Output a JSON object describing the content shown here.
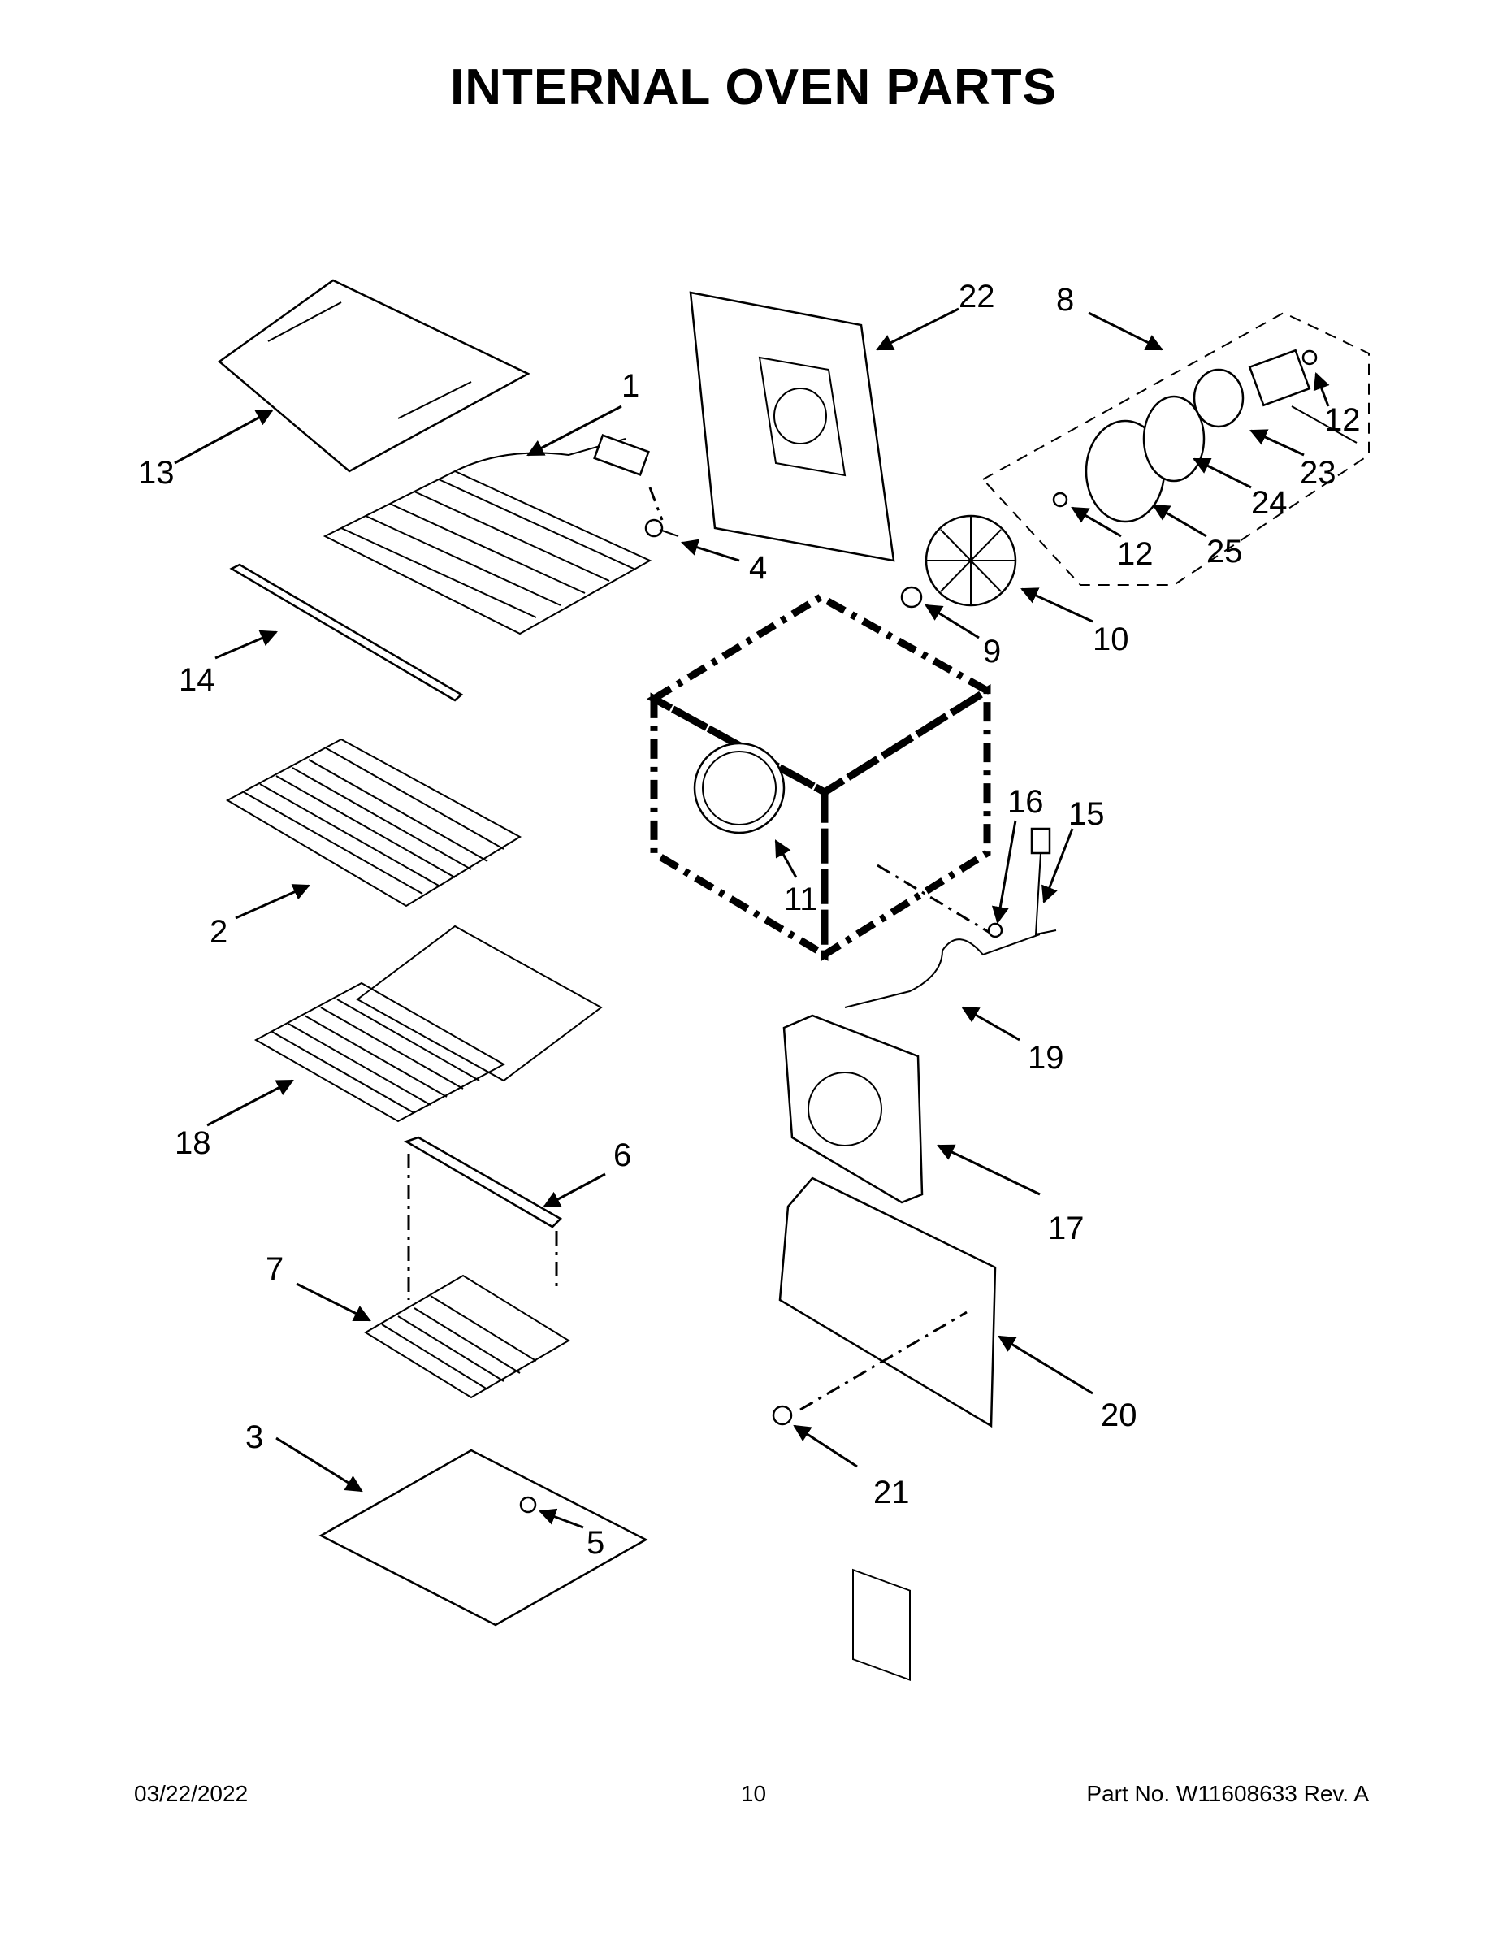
{
  "page": {
    "title": "INTERNAL OVEN PARTS"
  },
  "footer": {
    "date": "03/22/2022",
    "page_number": "10",
    "part_info": "Part No.  W11608633  Rev.  A"
  },
  "callouts": {
    "c1": "1",
    "c2": "2",
    "c3": "3",
    "c4": "4",
    "c5": "5",
    "c6": "6",
    "c7": "7",
    "c8": "8",
    "c9": "9",
    "c10": "10",
    "c11": "11",
    "c12a": "12",
    "c12b": "12",
    "c13": "13",
    "c14": "14",
    "c15": "15",
    "c16": "16",
    "c17": "17",
    "c18": "18",
    "c19": "19",
    "c20": "20",
    "c21": "21",
    "c22": "22",
    "c23": "23",
    "c24": "24",
    "c25": "25"
  }
}
